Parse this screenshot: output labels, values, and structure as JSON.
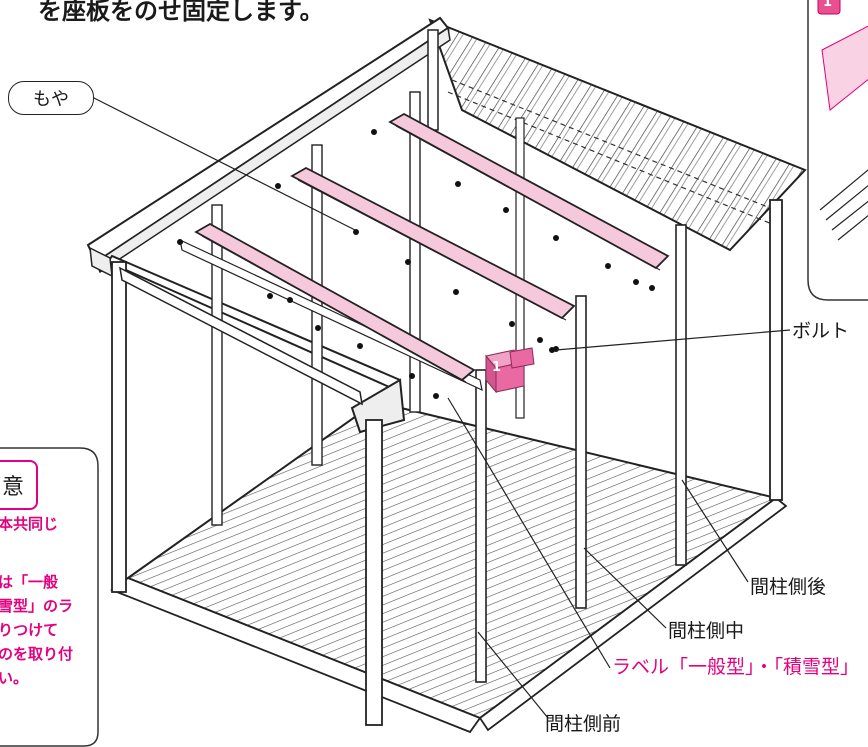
{
  "header": {
    "text": "を座板をのせ固定します。"
  },
  "callouts": {
    "moya": "もや",
    "bolt": "ボルト",
    "rear_post": "間柱側後",
    "middle_post": "間柱側中",
    "front_post": "間柱側前",
    "label_note": "ラベル「一般型」・「積雪型」"
  },
  "badges": {
    "part_number": "1",
    "inset_number": "1"
  },
  "caution": {
    "title": "意",
    "lines": [
      "本共同じ",
      "は「一般",
      "雪型」のラ",
      "りつけて",
      "のを取り付",
      "い。"
    ]
  },
  "colors": {
    "accent": "#e4007f",
    "purlin_fill": "#f6c8dc",
    "badge_fill": "#e8508f",
    "line": "#1a1a1a"
  }
}
